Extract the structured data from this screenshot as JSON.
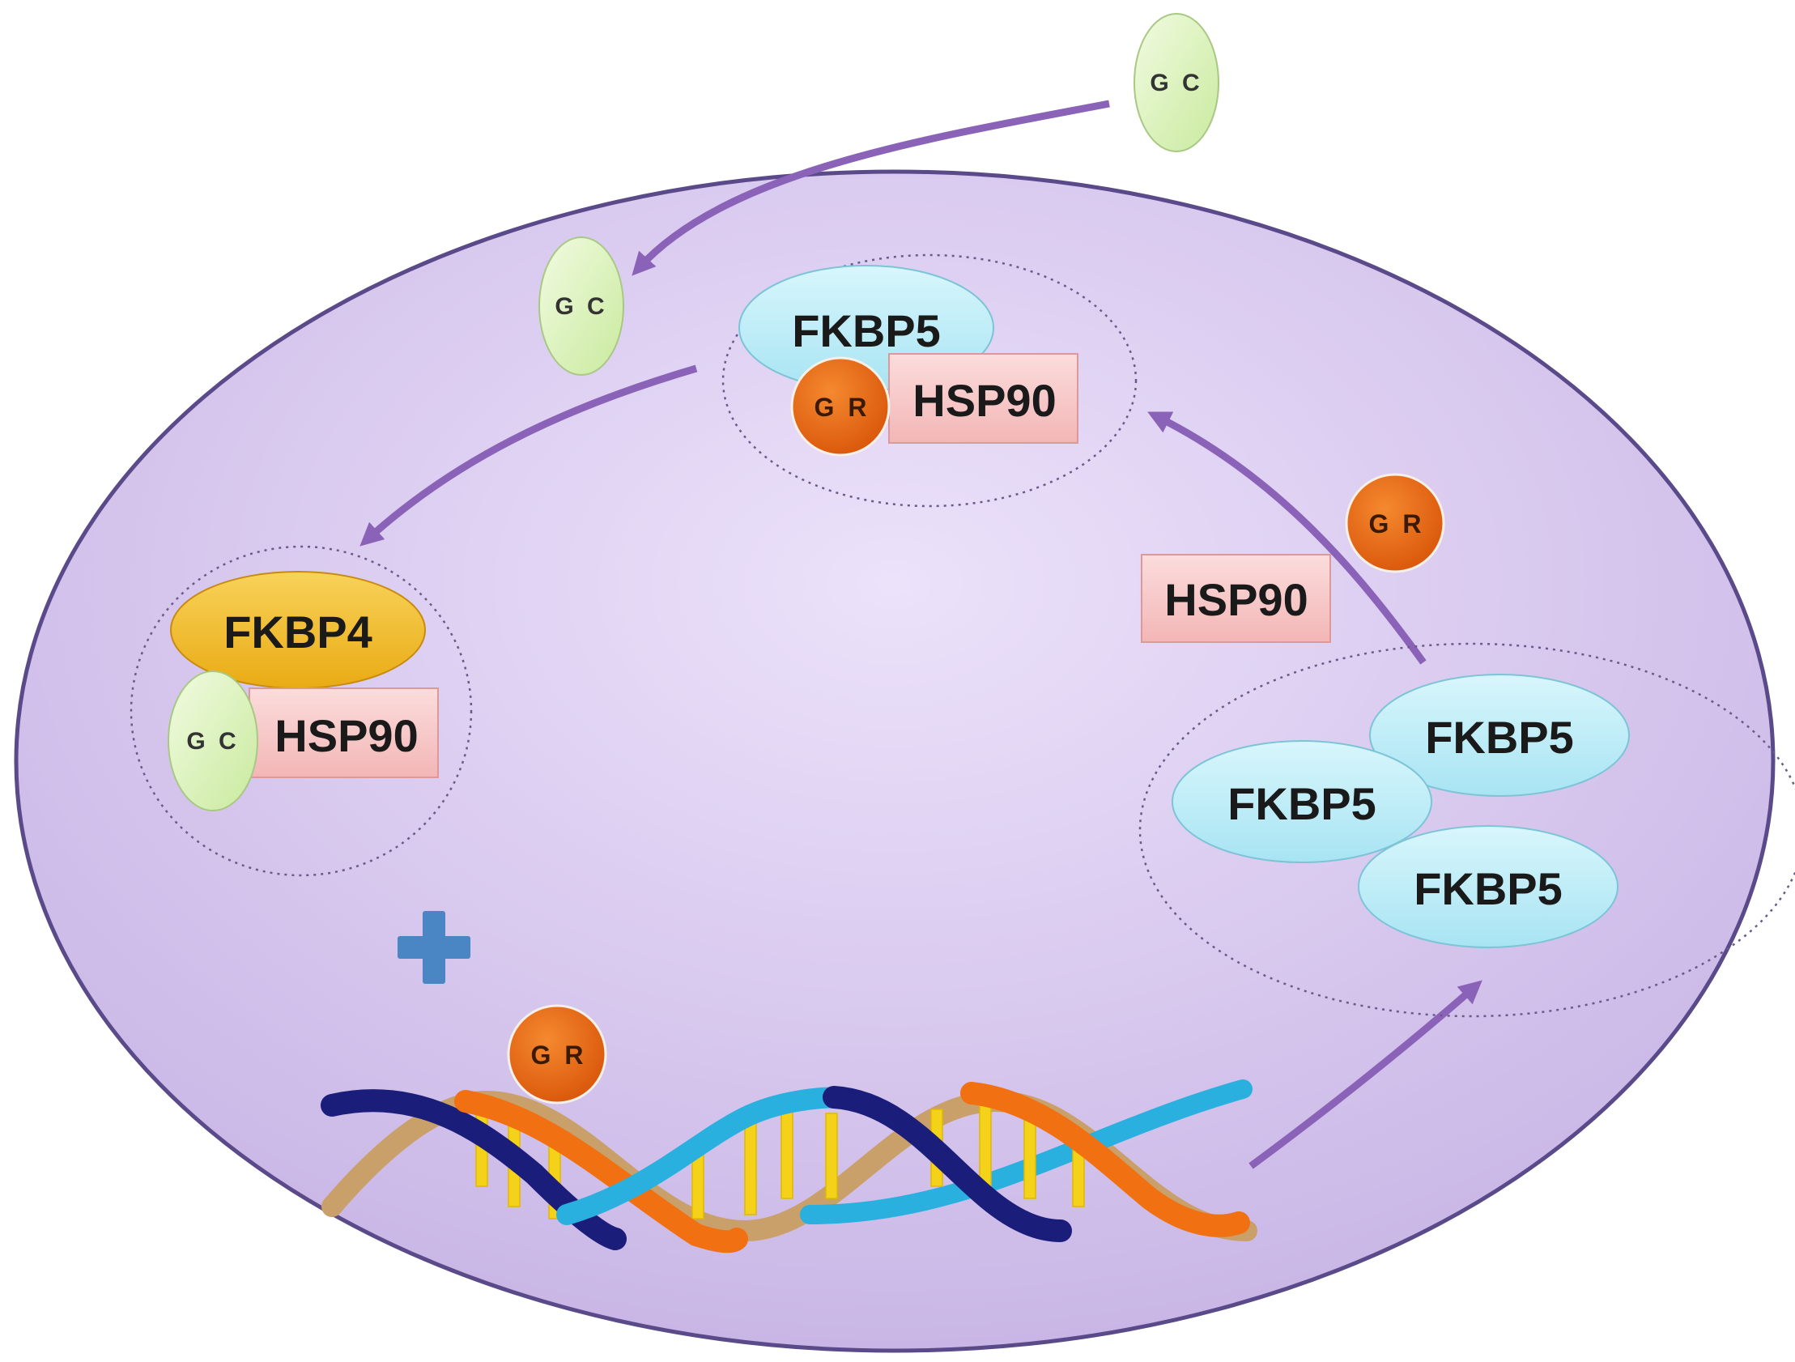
{
  "labels": {
    "gc_outside": "G C",
    "gc_inside": "G C",
    "gc_complex": "G C",
    "fkbp5_complex": "FKBP5",
    "gr_complex": "G R",
    "hsp90_complex": "HSP90",
    "fkbp4": "FKBP4",
    "hsp90_fkbp4_complex": "HSP90",
    "gr_free": "G R",
    "hsp90_free": "HSP90",
    "fkbp5_a": "FKBP5",
    "fkbp5_b": "FKBP5",
    "fkbp5_c": "FKBP5",
    "gr_dna": "G R"
  },
  "colors": {
    "cell": "#d4c4ec",
    "cell_border": "#5a4a8a",
    "arrow": "#8a63b8",
    "gc": "#dff4bf",
    "fkbp5": "#bdeef8",
    "fkbp4": "#f2bd2a",
    "hsp90": "#f7c8c8",
    "gr": "#e8640e",
    "plus": "#4a86c4",
    "dna_navy": "#1b1d7a",
    "dna_orange": "#f07012",
    "dna_cyan": "#2ab0de",
    "dna_tan": "#c9a06a",
    "dna_rungs": "#f5d21a"
  }
}
